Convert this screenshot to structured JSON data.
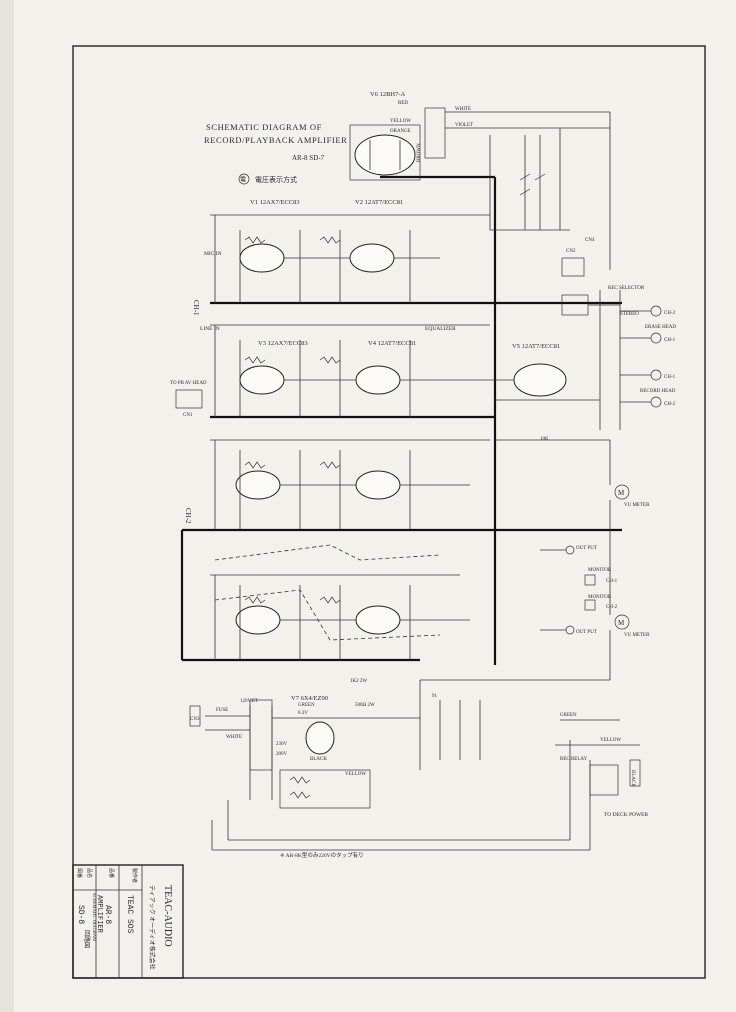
{
  "header": {
    "title_line1": "SCHEMATIC DIAGRAM OF",
    "title_line2": "RECORD/PLAYBACK AMPLIFIER",
    "model": "AR-8  SD-7",
    "note_mark": "電",
    "note": "電圧表示方式"
  },
  "tubes": {
    "v1": "V1 12AX7/ECC83",
    "v2": "V2 12AT7/ECC81",
    "v3": "V3 12AX7/ECC83",
    "v4": "V4 12AT7/ECC81",
    "v5": "V5 12AT7/ECC81",
    "v6": "V6 12BH7-A",
    "v7": "V7 6X4/EZ90"
  },
  "labels": {
    "ch1": "CH-1",
    "ch2": "CH-2",
    "mic_in": "MIC IN",
    "line_in": "LINE IN",
    "pb_head": "TO PB AV HEAD",
    "equalizer": "EQUALIZER",
    "rec_selector": "REC SELECTOR",
    "stereo": "STEREO",
    "erase_head": "ERASE HEAD",
    "record_head": "RECORD HEAD",
    "ch1_a": "CH-1",
    "ch2_a": "CH-2",
    "ch1_b": "CH-1",
    "ch2_b": "CH-2",
    "vu_meter_1": "VU METER",
    "vu_meter_2": "VU METER",
    "output_1": "OUT PUT",
    "output_2": "OUT PUT",
    "monitor_1": "MONITOR",
    "monitor_2": "MONITOR",
    "ch1_out": "CH-1",
    "ch2_out": "CH-2",
    "fuse": "FUSE",
    "white": "WHITE",
    "white_top": "WHITE",
    "violet": "VIOLET",
    "red": "RED",
    "yellow": "YELLOW",
    "orange": "ORANGE",
    "brown": "BROWN",
    "green": "GREEN",
    "green2": "GREEN",
    "black": "BLACK",
    "yellow2": "YELLOW",
    "black2": "BLACK",
    "rec_relay": "REC RELAY",
    "deck_power": "TO DECK POWER",
    "v120": "120V.ET",
    "v230": "230V",
    "v200": "200V",
    "v6_3": "6.3V",
    "cn1": "CN1",
    "cn2": "CN2",
    "cn3": "CN3",
    "cn4": "CN4",
    "r_1k2w": "1K2 2W",
    "r_500": "500Ω 2W",
    "c91": "91",
    "r_10k": "10K",
    "footnote": "※  AR-8K型のみ220Vのタップ有り"
  },
  "title_block": {
    "company": "TEAC-AUDIO",
    "company_jp": "ティアック オーディオ株式会社",
    "drawn_label": "製作者",
    "drawn": "TEAC SOS",
    "model_label": "品番",
    "model": "AR-8",
    "name_label": "品名",
    "name": "AMPLIFIER",
    "diagram_label": "図番",
    "diagram_jp": "回路図",
    "diagram_en": "SCHEMATIC DIAGRAM",
    "number": "SD-8"
  }
}
